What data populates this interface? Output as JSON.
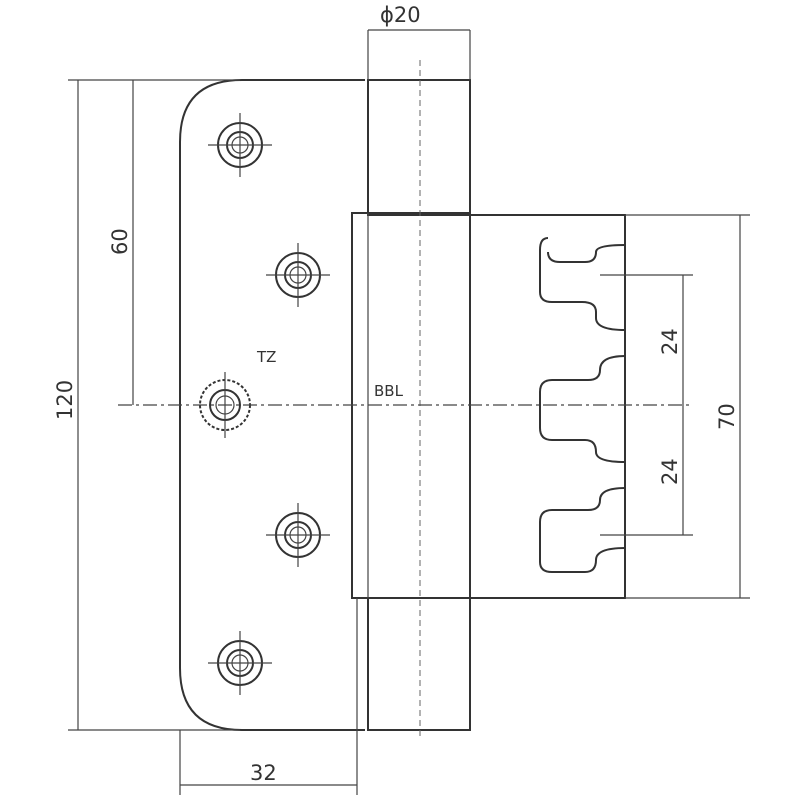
{
  "drawing": {
    "dimensions": {
      "diameter": "ϕ20",
      "height_total": "120",
      "height_upper": "60",
      "slot_pitch_1": "24",
      "slot_pitch_2": "24",
      "slot_span": "70",
      "leaf_width": "32"
    },
    "labels": {
      "tz": "TZ",
      "bbl": "BBL"
    }
  }
}
